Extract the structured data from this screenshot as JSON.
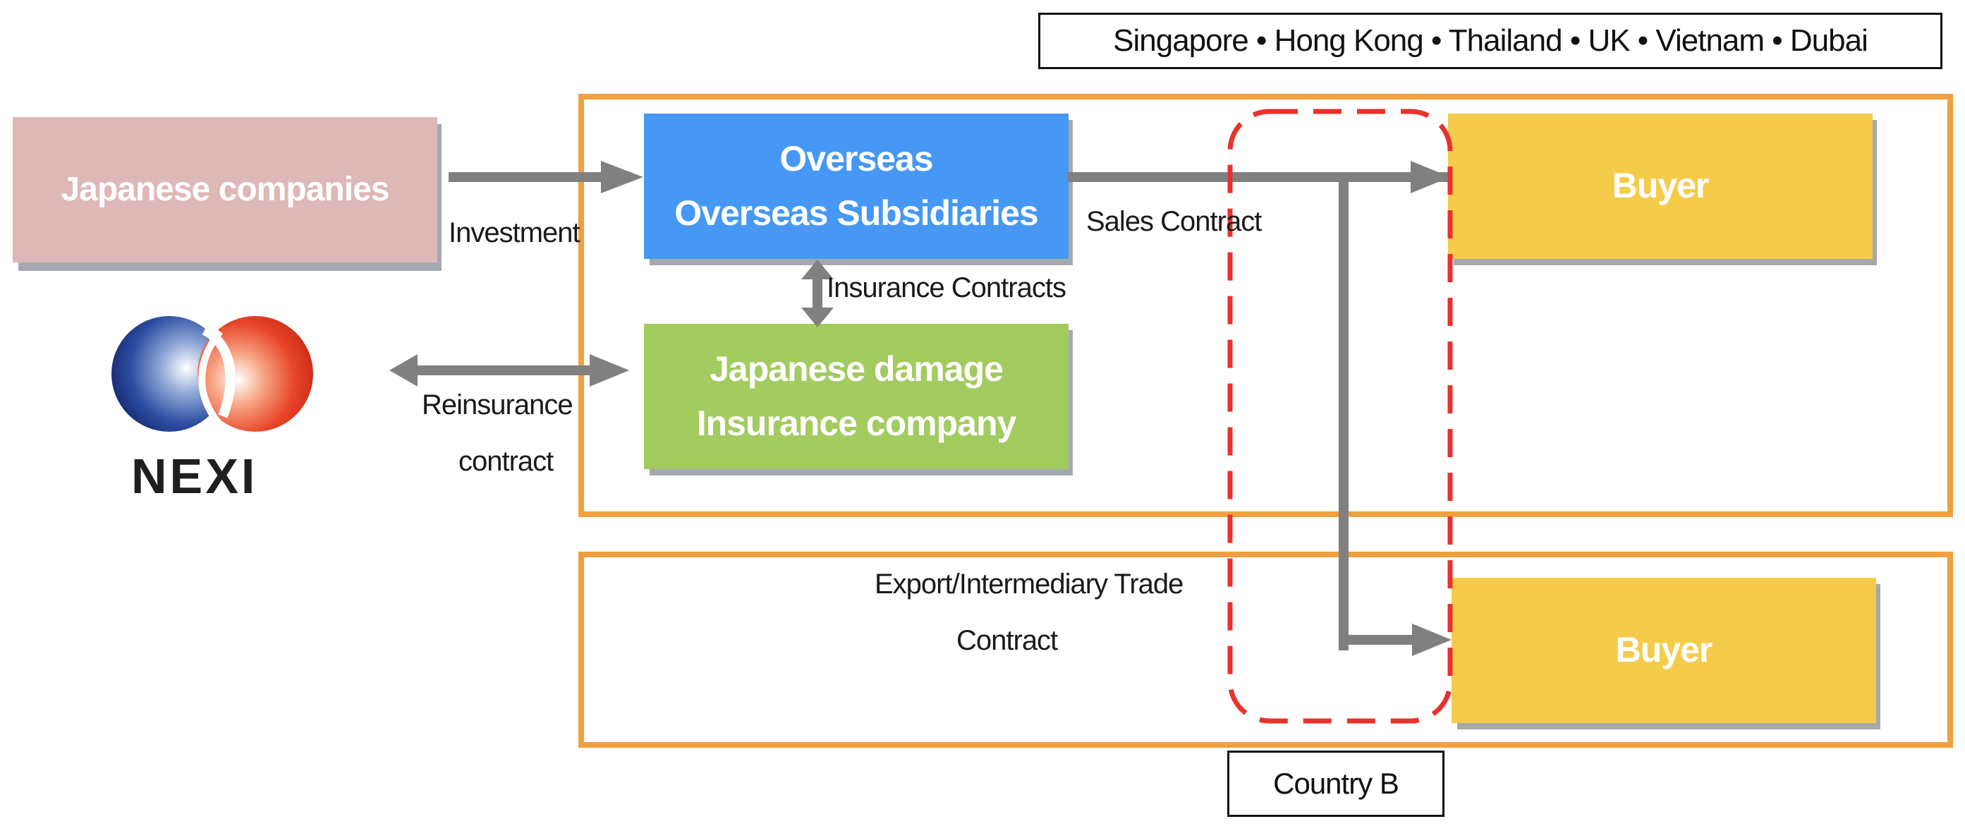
{
  "header": {
    "countries": "Singapore • Hong Kong • Thailand • UK • Vietnam • Dubai"
  },
  "nodes": {
    "japanese_companies": "Japanese companies",
    "subsidiaries_line1": "Overseas",
    "subsidiaries_line2": "Overseas Subsidiaries",
    "insurer_line1": "Japanese damage",
    "insurer_line2": "Insurance company",
    "buyer_top": "Buyer",
    "buyer_bottom": "Buyer"
  },
  "logo": {
    "text": "NEXI",
    "icon": "nexi-logo-icon"
  },
  "edges": {
    "investment": "Investment",
    "insurance_contracts": "Insurance Contracts",
    "reinsurance_line1": "Reinsurance",
    "reinsurance_line2": "contract",
    "sales_contract": "Sales Contract",
    "export_line1": "Export/Intermediary Trade",
    "export_line2": "Contract"
  },
  "footer": {
    "country_b": "Country B"
  },
  "colors": {
    "orange_frame": "#F0A040",
    "dashed_red": "#E8322B",
    "arrow_gray": "#808080",
    "japanese_companies_fill": "#DDB8B7",
    "subsidiaries_fill": "#4698F4",
    "insurer_fill": "#A2CB60",
    "buyer_fill": "#F5CC4A"
  }
}
